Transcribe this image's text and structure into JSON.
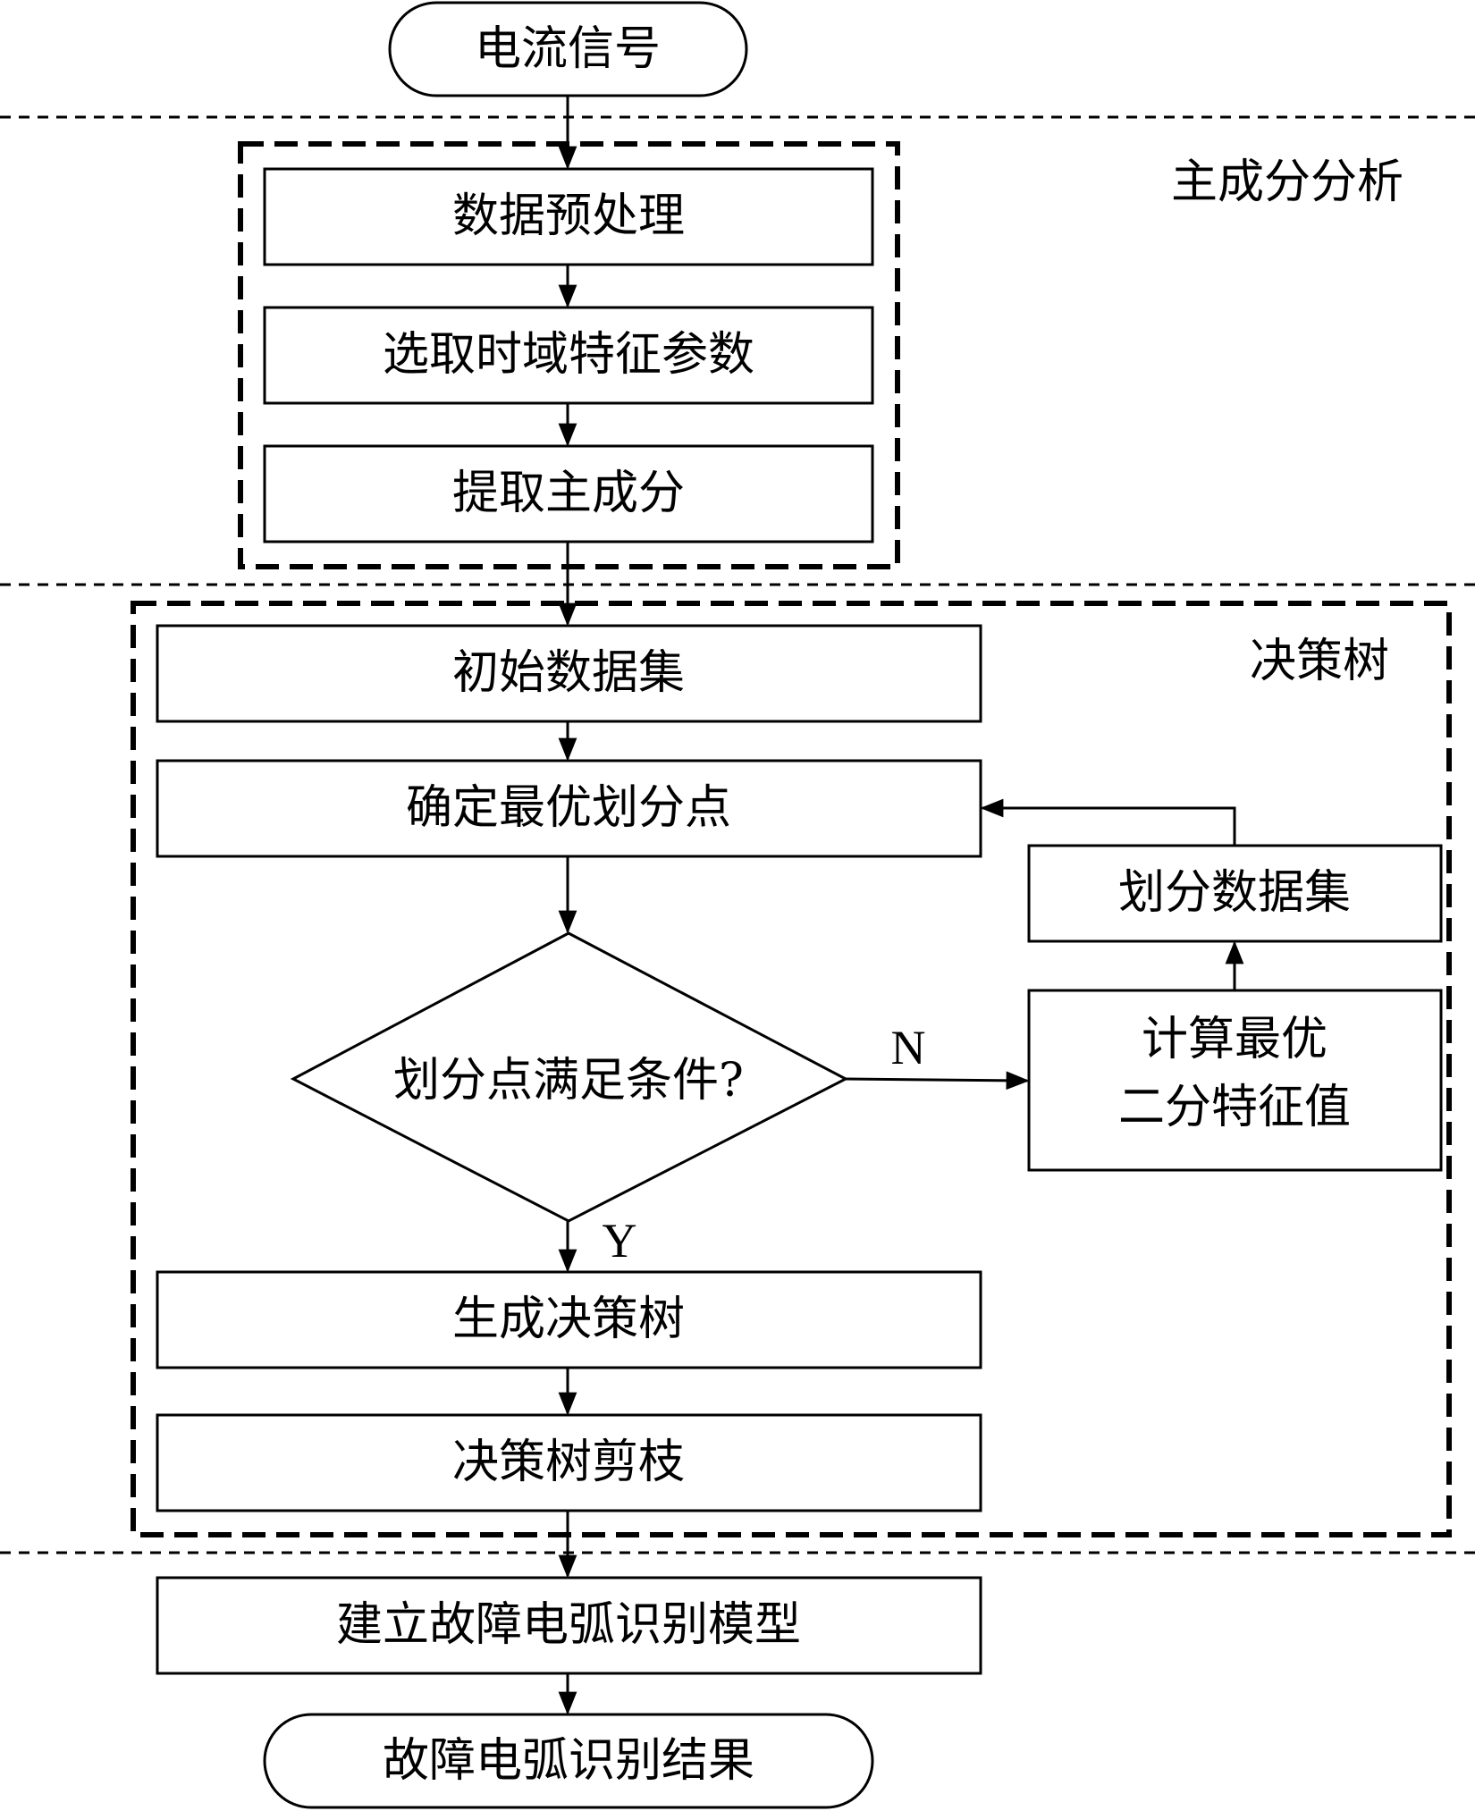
{
  "nodes": {
    "start": "电流信号",
    "preprocess": "数据预处理",
    "select_features": "选取时域特征参数",
    "extract_pc": "提取主成分",
    "initial_dataset": "初始数据集",
    "best_split": "确定最优划分点",
    "condition": "划分点满足条件?",
    "split_dataset": "划分数据集",
    "compute_line1": "计算最优",
    "compute_line2": "二分特征值",
    "generate_tree": "生成决策树",
    "prune_tree": "决策树剪枝",
    "build_model": "建立故障电弧识别模型",
    "result": "故障电弧识别结果"
  },
  "sections": {
    "pca": "主成分分析",
    "decision_tree": "决策树"
  },
  "branches": {
    "no": "N",
    "yes": "Y"
  }
}
